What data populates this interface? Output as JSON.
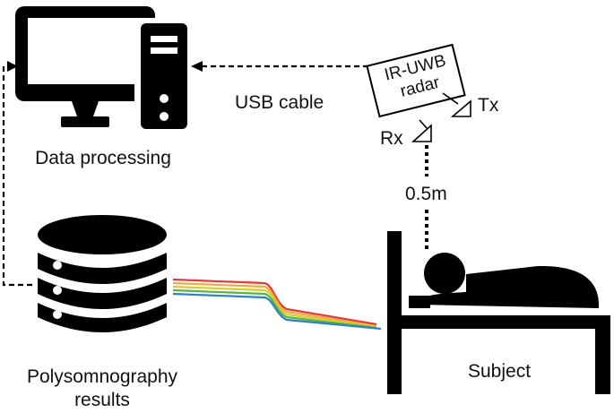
{
  "labels": {
    "data_processing": "Data processing",
    "usb_cable": "USB cable",
    "radar_line1": "IR-UWB",
    "radar_line2": "radar",
    "tx": "Tx",
    "rx": "Rx",
    "distance": "0.5m",
    "psg_line1": "Polysomnography",
    "psg_line2": "results",
    "subject": "Subject"
  },
  "icons": {
    "computer": "desktop-computer-icon",
    "database": "database-icon",
    "subject": "person-in-bed-icon",
    "antenna": "antenna-triangle-icon"
  },
  "colors": {
    "ink": "#000000",
    "signal_lines": [
      "#e53935",
      "#f4a742",
      "#d6cf2b",
      "#55b347",
      "#2f80c6"
    ]
  }
}
